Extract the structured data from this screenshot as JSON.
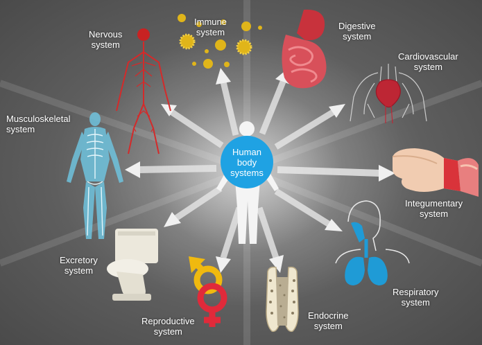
{
  "center": {
    "label_lines": [
      "Human",
      "body",
      "systems"
    ]
  },
  "systems": [
    {
      "id": "nervous",
      "lines": [
        "Nervous",
        "system"
      ]
    },
    {
      "id": "immune",
      "lines": [
        "Immune",
        "system"
      ]
    },
    {
      "id": "digestive",
      "lines": [
        "Digestive",
        "system"
      ]
    },
    {
      "id": "cardiovascular",
      "lines": [
        "Cardiovascular",
        "system"
      ]
    },
    {
      "id": "musculoskeletal",
      "lines": [
        "Musculoskeletal",
        "system"
      ]
    },
    {
      "id": "integumentary",
      "lines": [
        "Integumentary",
        "system"
      ]
    },
    {
      "id": "excretory",
      "lines": [
        "Excretory",
        "system"
      ]
    },
    {
      "id": "respiratory",
      "lines": [
        "Respiratory",
        "system"
      ]
    },
    {
      "id": "reproductive",
      "lines": [
        "Reproductive",
        "system"
      ]
    },
    {
      "id": "endocrine",
      "lines": [
        "Endocrine",
        "system"
      ]
    }
  ],
  "colors": {
    "hub": "#1fa2e3",
    "arrow": "#e6e6e6",
    "nervous": "#d42a2a",
    "immune": "#e0b51a",
    "digestive": "#d8505a",
    "skeleton": "#7fd3ea",
    "respiratory": "#1f9bd6",
    "reproductive_male": "#f0b90f",
    "reproductive_female": "#e02a3a"
  }
}
